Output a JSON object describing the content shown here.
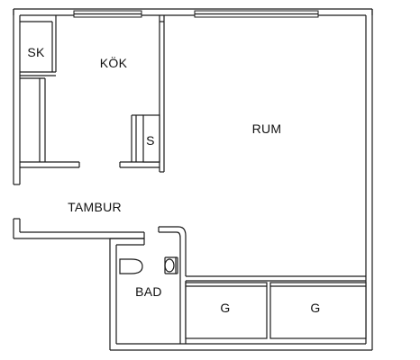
{
  "rooms": {
    "sk": "SK",
    "kok": "KÖK",
    "s": "S",
    "rum": "RUM",
    "tambur": "TAMBUR",
    "bad": "BAD",
    "g1": "G",
    "g2": "G"
  }
}
